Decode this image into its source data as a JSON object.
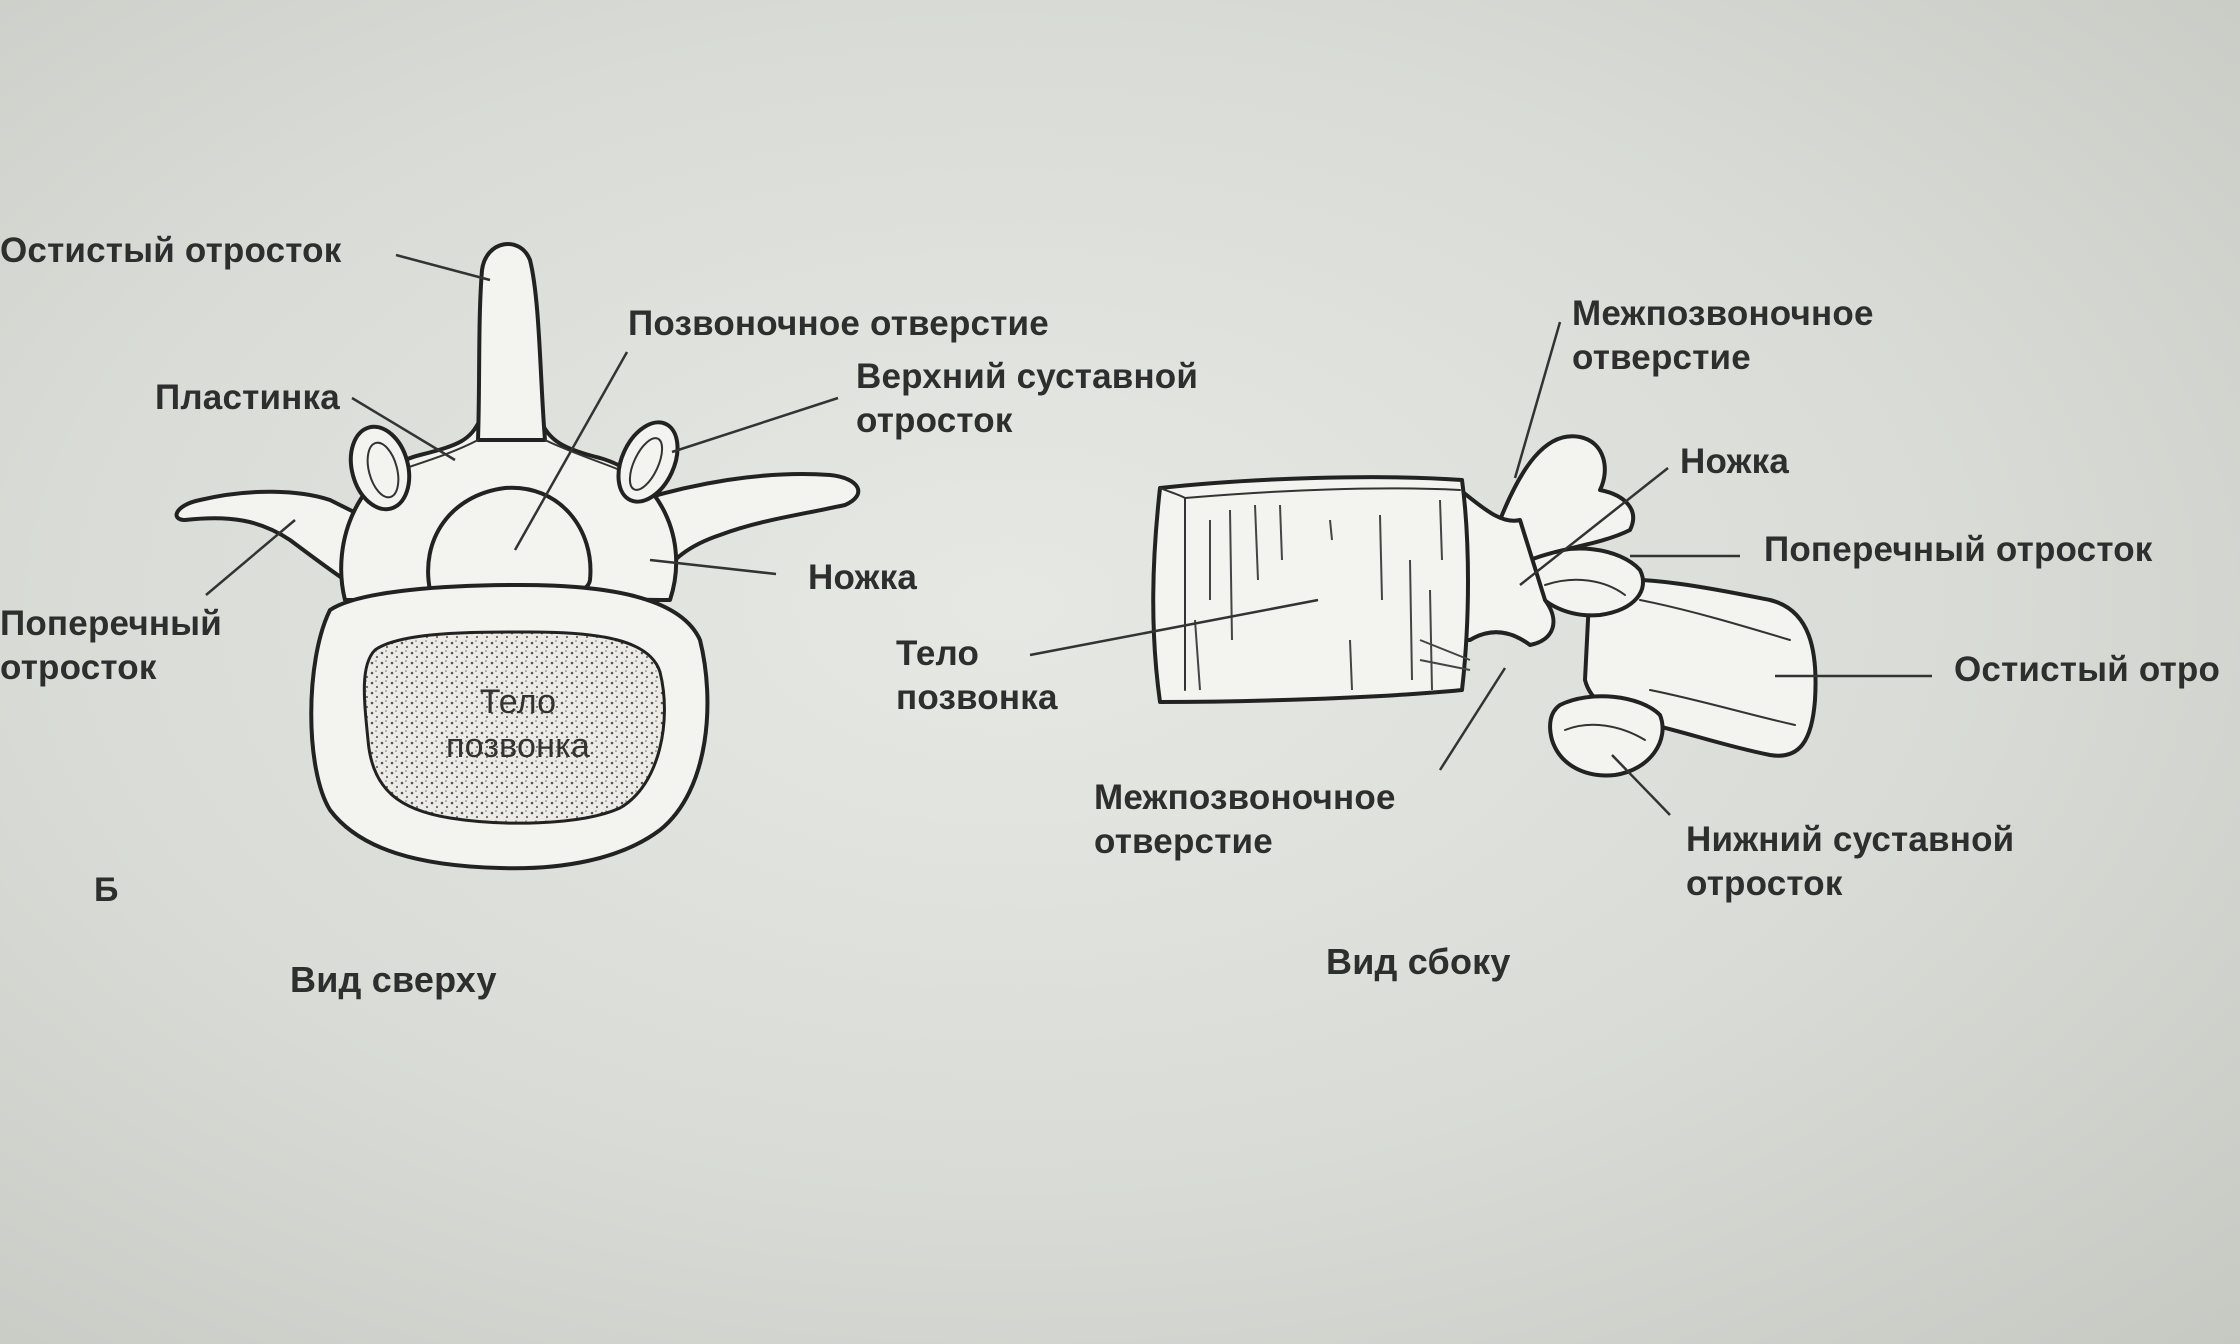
{
  "top_view": {
    "caption": "Вид сверху",
    "letter": "Б",
    "labels": {
      "spinous": "Остистый отросток",
      "lamina": "Пластинка",
      "foramen": "Позвоночное отверстие",
      "superior_articular_1": "Верхний суставной",
      "superior_articular_2": "отросток",
      "transverse_1": "Поперечный",
      "transverse_2": "отросток",
      "pedicle": "Ножка",
      "body_1": "Тело",
      "body_2": "позвонка"
    }
  },
  "side_view": {
    "caption": "Вид сбоку",
    "labels": {
      "intervertebral_top_1": "Межпозвоночное",
      "intervertebral_top_2": "отверстие",
      "pedicle": "Ножка",
      "transverse": "Поперечный отросток",
      "spinous": "Остистый отро",
      "body_1": "Тело",
      "body_2": "позвонка",
      "intervertebral_bottom_1": "Межпозвоночное",
      "intervertebral_bottom_2": "отверстие",
      "inferior_articular_1": "Нижний суставной",
      "inferior_articular_2": "отросток"
    }
  }
}
